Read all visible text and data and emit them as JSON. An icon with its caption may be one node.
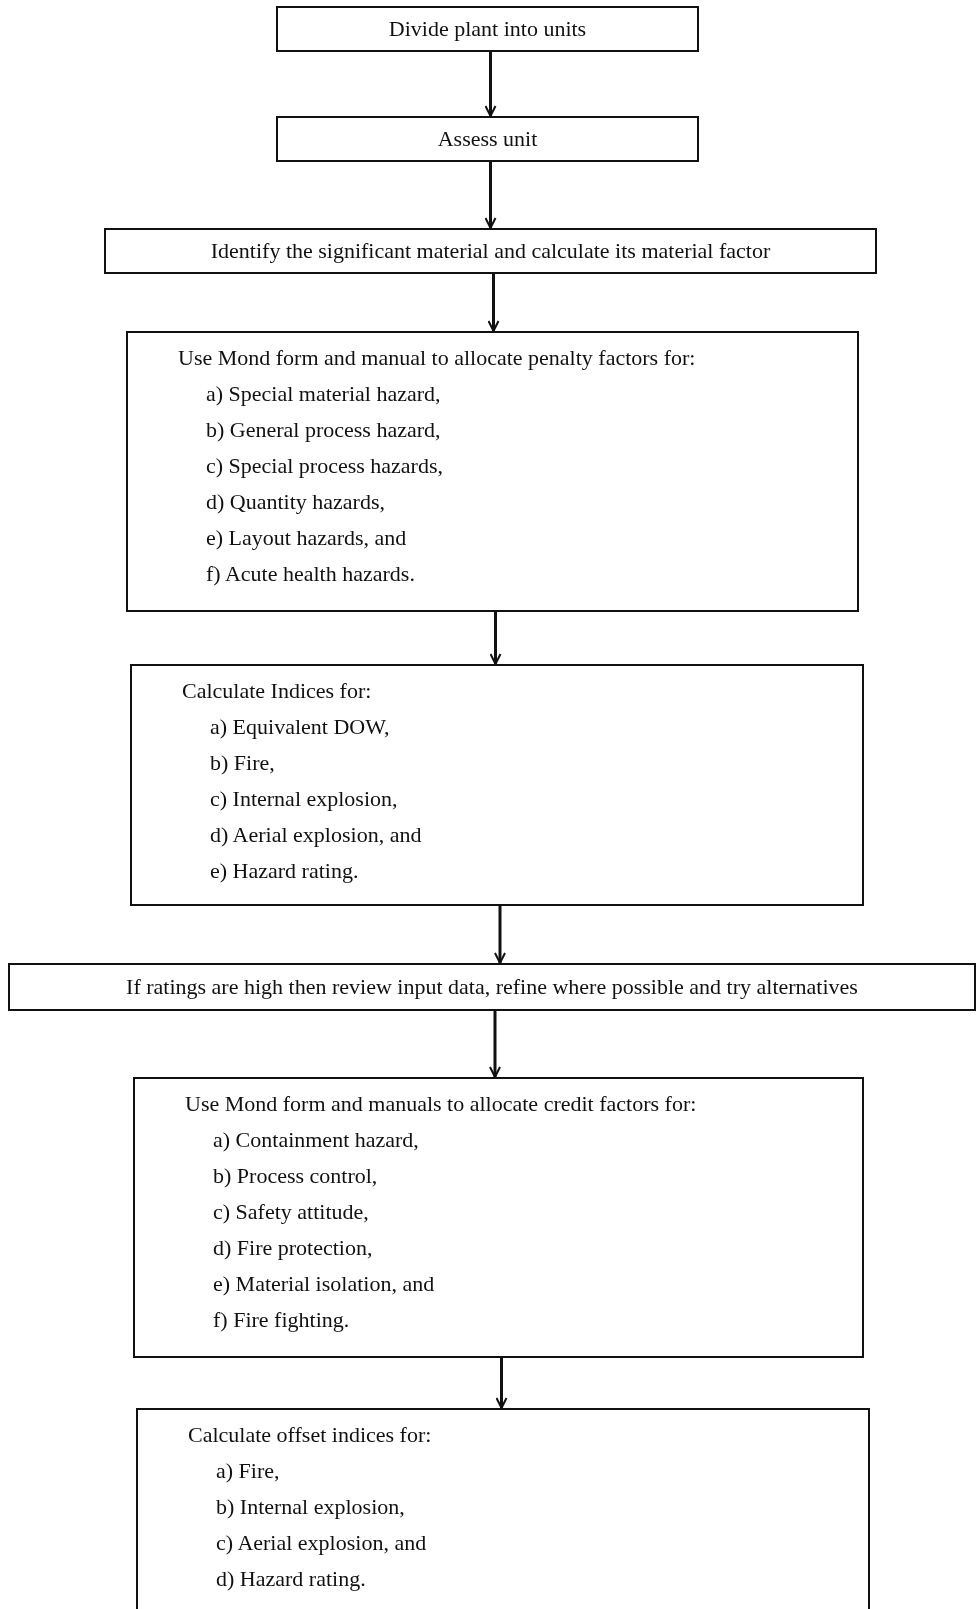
{
  "diagram": {
    "nodes": [
      {
        "text": [
          "Divide plant into units"
        ]
      },
      {
        "text": [
          "Assess unit"
        ]
      },
      {
        "text": [
          "Identify the significant material and calculate its material factor"
        ]
      },
      {
        "text": [
          "Use Mond form and manual to allocate penalty factors for:",
          "a) Special material hazard,",
          "b) General process hazard,",
          "c) Special process hazards,",
          "d) Quantity hazards,",
          "e) Layout hazards, and",
          "f) Acute health hazards."
        ]
      },
      {
        "text": [
          "Calculate Indices for:",
          "a) Equivalent DOW,",
          "b) Fire,",
          "c) Internal explosion,",
          "d) Aerial explosion, and",
          "e) Hazard rating."
        ]
      },
      {
        "text": [
          "If ratings are high then review input data, refine where possible and try alternatives"
        ]
      },
      {
        "text": [
          "Use Mond form and manuals to allocate credit factors for:",
          "a) Containment hazard,",
          "b) Process control,",
          "c) Safety attitude,",
          "d) Fire protection,",
          "e) Material isolation, and",
          "f) Fire fighting."
        ]
      },
      {
        "text": [
          "Calculate offset indices for:",
          "a) Fire,",
          "b) Internal explosion,",
          "c) Aerial explosion, and",
          "d) Hazard rating."
        ]
      }
    ],
    "edges": [
      {
        "from": 0,
        "to": 1,
        "arrow": "to"
      },
      {
        "from": 1,
        "to": 2,
        "arrow": "to"
      },
      {
        "from": 2,
        "to": 3,
        "arrow": "to"
      },
      {
        "from": 3,
        "to": 4,
        "arrow": "to"
      },
      {
        "from": 4,
        "to": 5,
        "arrow": "to"
      },
      {
        "from": 5,
        "to": 6,
        "arrow": "to"
      },
      {
        "from": 6,
        "to": 7,
        "arrow": "to"
      }
    ]
  }
}
